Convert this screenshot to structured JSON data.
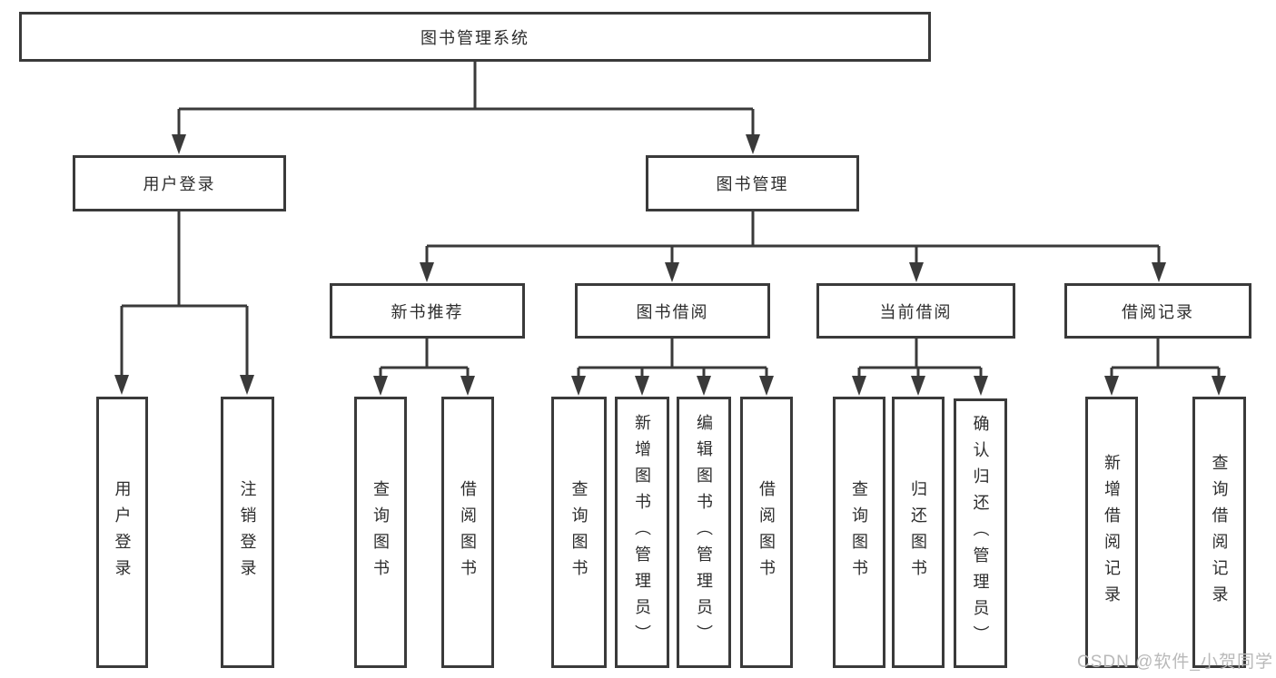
{
  "diagram": {
    "title": "图书管理系统",
    "root": {
      "label": "图书管理系统"
    },
    "branches": [
      {
        "label": "用户登录",
        "children": [
          {
            "label": "用户登录"
          },
          {
            "label": "注销登录"
          }
        ]
      },
      {
        "label": "图书管理",
        "children": [
          {
            "label": "新书推荐",
            "children": [
              {
                "label": "查询图书"
              },
              {
                "label": "借阅图书"
              }
            ]
          },
          {
            "label": "图书借阅",
            "children": [
              {
                "label": "查询图书"
              },
              {
                "label": "新增图书（管理员）"
              },
              {
                "label": "编辑图书（管理员）"
              },
              {
                "label": "借阅图书"
              }
            ]
          },
          {
            "label": "当前借阅",
            "children": [
              {
                "label": "查询图书"
              },
              {
                "label": "归还图书"
              },
              {
                "label": "确认归还（管理员）"
              }
            ]
          },
          {
            "label": "借阅记录",
            "children": [
              {
                "label": "新增借阅记录"
              },
              {
                "label": "查询借阅记录"
              }
            ]
          }
        ]
      }
    ]
  },
  "watermark": "CSDN @软件_小贺同学",
  "colors": {
    "line": "#3a3a3a",
    "text": "#2d2d2d",
    "watermark": "#b9b9b9",
    "background": "#ffffff"
  }
}
